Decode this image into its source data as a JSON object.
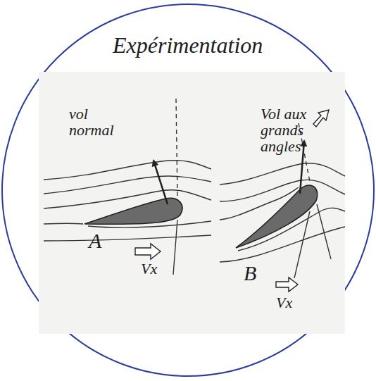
{
  "diagram": {
    "title": "Expérimentation",
    "labels": [
      "vol normal",
      "A",
      "Vx",
      "Vol aux grands angles",
      "B",
      "Vx"
    ]
  }
}
